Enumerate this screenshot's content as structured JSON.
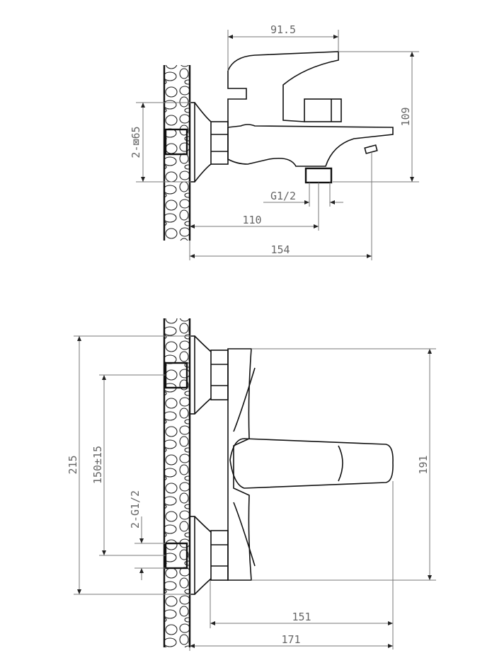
{
  "top_view": {
    "dim_lever_reach": "91.5",
    "dim_height": "109",
    "dim_square": "2-⊠65",
    "dim_outlet_thread": "G1/2",
    "dim_outlet_offset": "110",
    "dim_total_depth": "154"
  },
  "front_view": {
    "dim_overall_height": "215",
    "dim_centers": "150±15",
    "dim_inlet_thread": "2-G1/2",
    "dim_body_height": "191",
    "dim_lever_length": "151",
    "dim_total_length": "171"
  }
}
